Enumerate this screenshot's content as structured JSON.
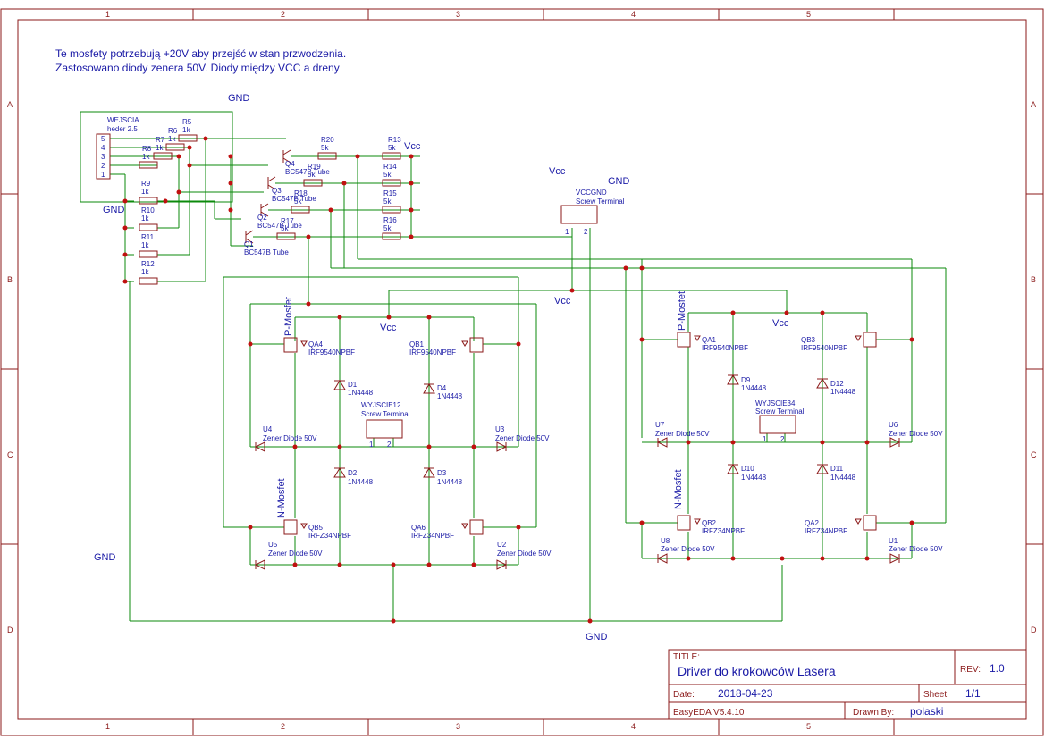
{
  "notes": [
    "Te mosfety potrzebują +20V aby przejść w stan przwodzenia.",
    "Zastosowano diody zenera 50V. Diody między VCC a dreny"
  ],
  "grid": {
    "cols": [
      "1",
      "2",
      "3",
      "4",
      "5"
    ],
    "rows": [
      "A",
      "B",
      "C",
      "D"
    ]
  },
  "nets": {
    "gnd": "GND",
    "vcc": "Vcc"
  },
  "header": {
    "ref": "WEJSCIA",
    "value": "heder 2.5",
    "pins": [
      "5",
      "4",
      "3",
      "2",
      "1"
    ]
  },
  "terminals": {
    "vccgnd": {
      "ref": "VCCGND",
      "value": "Screw Terminal",
      "pins": [
        "1",
        "2"
      ]
    },
    "out12": {
      "ref": "WYJSCIE12",
      "value": "Screw Terminal",
      "pins": [
        "1",
        "2"
      ]
    },
    "out34": {
      "ref": "WYJSCIE34",
      "value": "Screw Terminal",
      "pins": [
        "1",
        "2"
      ]
    }
  },
  "resistors": [
    {
      "ref": "R5",
      "value": "1k"
    },
    {
      "ref": "R6",
      "value": "1k"
    },
    {
      "ref": "R7",
      "value": "1k"
    },
    {
      "ref": "R8",
      "value": "1k"
    },
    {
      "ref": "R9",
      "value": "1k"
    },
    {
      "ref": "R10",
      "value": "1k"
    },
    {
      "ref": "R11",
      "value": "1k"
    },
    {
      "ref": "R12",
      "value": "1k"
    },
    {
      "ref": "R13",
      "value": "5k"
    },
    {
      "ref": "R14",
      "value": "5k"
    },
    {
      "ref": "R15",
      "value": "5k"
    },
    {
      "ref": "R16",
      "value": "5k"
    },
    {
      "ref": "R17",
      "value": "5k"
    },
    {
      "ref": "R18",
      "value": "5k"
    },
    {
      "ref": "R19",
      "value": "5k"
    },
    {
      "ref": "R20",
      "value": "5k"
    }
  ],
  "transistors": [
    {
      "ref": "Q1",
      "value": "BC547B Tube"
    },
    {
      "ref": "Q2",
      "value": "BC547B Tube"
    },
    {
      "ref": "Q3",
      "value": "BC547B Tube"
    },
    {
      "ref": "Q4",
      "value": "BC547B Tube"
    }
  ],
  "mosfets": {
    "p_label": "P-Mosfet",
    "n_label": "N-Mosfet",
    "parts": [
      {
        "ref": "QA4",
        "value": "IRF9540NPBF"
      },
      {
        "ref": "QB1",
        "value": "IRF9540NPBF"
      },
      {
        "ref": "QB5",
        "value": "IRFZ34NPBF"
      },
      {
        "ref": "QA6",
        "value": "IRFZ34NPBF"
      },
      {
        "ref": "QA1",
        "value": "IRF9540NPBF"
      },
      {
        "ref": "QB3",
        "value": "IRF9540NPBF"
      },
      {
        "ref": "QB2",
        "value": "IRFZ34NPBF"
      },
      {
        "ref": "QA2",
        "value": "IRFZ34NPBF"
      }
    ]
  },
  "diodes": [
    {
      "ref": "D1",
      "value": "1N4448"
    },
    {
      "ref": "D2",
      "value": "1N4448"
    },
    {
      "ref": "D3",
      "value": "1N4448"
    },
    {
      "ref": "D4",
      "value": "1N4448"
    },
    {
      "ref": "D9",
      "value": "1N4448"
    },
    {
      "ref": "D10",
      "value": "1N4448"
    },
    {
      "ref": "D11",
      "value": "1N4448"
    },
    {
      "ref": "D12",
      "value": "1N4448"
    }
  ],
  "zeners": [
    {
      "ref": "U1",
      "value": "Zener Diode 50V"
    },
    {
      "ref": "U2",
      "value": "Zener Diode 50V"
    },
    {
      "ref": "U3",
      "value": "Zener Diode 50V"
    },
    {
      "ref": "U4",
      "value": "Zener Diode 50V"
    },
    {
      "ref": "U5",
      "value": "Zener Diode 50V"
    },
    {
      "ref": "U6",
      "value": "Zener Diode 50V"
    },
    {
      "ref": "U7",
      "value": "Zener Diode 50V"
    },
    {
      "ref": "U8",
      "value": "Zener Diode 50V"
    }
  ],
  "title_block": {
    "title_label": "TITLE:",
    "title": "Driver do krokowców Lasera",
    "rev_label": "REV:",
    "rev": "1.0",
    "date_label": "Date:",
    "date": "2018-04-23",
    "sheet_label": "Sheet:",
    "sheet": "1/1",
    "tool": "EasyEDA V5.4.10",
    "drawn_label": "Drawn By:",
    "drawn_by": "polaski"
  }
}
